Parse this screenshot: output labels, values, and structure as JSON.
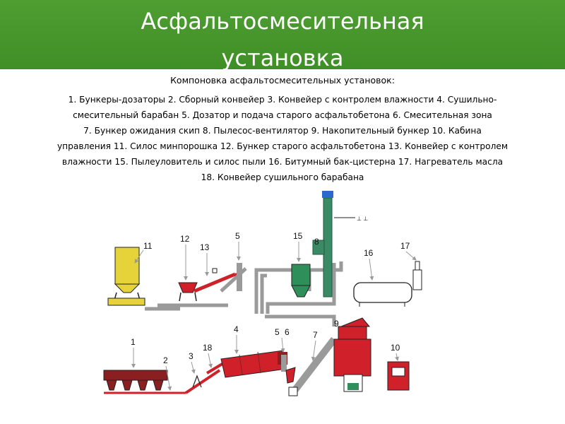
{
  "slide": {
    "title_line1": "Асфальтосмесительная",
    "title_line2": "установка",
    "subheading": "Компоновка асфальтосмесительных установок:",
    "legend_lines": [
      "1. Бункеры-дозаторы 2. Сборный конвейер 3. Конвейер с контролем влажности 4. Сушильно-",
      "смесительный барабан 5. Дозатор и подача старого асфальтобетона 6. Смесительная зона",
      "7. Бункер ожидания скип  8. Пылесос-вентилятор 9. Накопительный бункер 10. Кабина",
      "управления 11. Силос минпорошка 12. Бункер старого асфальтобетона 13. Конвейер с контролем",
      "влажности 15. Пылеуловитель и силос пыли 16. Битумный бак-цистерна 17. Нагреватель масла",
      "18. Конвейер сушильного барабана"
    ]
  },
  "diagram": {
    "labels": {
      "n1": "1",
      "n2": "2",
      "n3": "3",
      "n4": "4",
      "n5a": "5",
      "n5b": "5",
      "n6": "6",
      "n7": "7",
      "n8": "8",
      "n9": "9",
      "n10": "10",
      "n11": "11",
      "n12": "12",
      "n13": "13",
      "n15": "15",
      "n16": "16",
      "n17": "17",
      "n18": "18"
    },
    "colors": {
      "equipment": "#d0202a",
      "silo": "#e6d33a",
      "filter": "#2f8f5a",
      "pipe": "#9a9a9a",
      "stack": "#3a8a64",
      "outline": "#222222"
    }
  }
}
